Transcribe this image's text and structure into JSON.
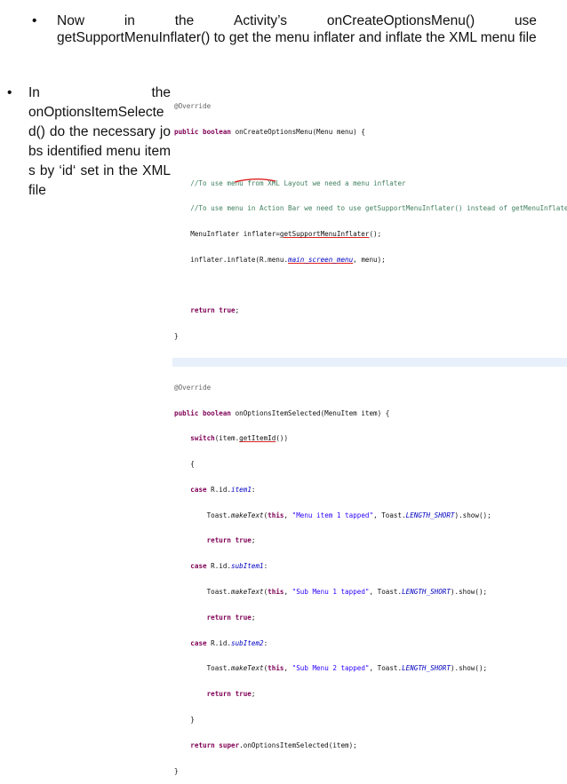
{
  "top_bullet": {
    "bullet": "•",
    "line1_words": [
      "Now",
      "in",
      "the",
      "Activity’s",
      "onCreateOptionsMenu()",
      "use"
    ],
    "rest": "getSupportMenuInflater() to get the menu inflater and inflate the XML menu file"
  },
  "left_bullet": {
    "bullet": "•",
    "text_head": "In",
    "text_head2": "the",
    "text": "onOptionsItemSelected() do the necessary jobs identified menu items by ‘id‘ set in the XML file"
  },
  "code": {
    "l1": "@Override",
    "l2a": "public boolean",
    "l2b": " onCreateOptionsMenu(Menu menu) {",
    "l3": "",
    "l4": "    //To use menu from XML Layout we need a menu inflater",
    "l5": "    //To use menu in Action Bar we need to use getSupportMenuInflater() instead of getMenuInflater()",
    "l6a": "    MenuInflater inflater=",
    "l6b": "getSupportMenuInflater",
    "l6c": "();",
    "l7a": "    inflater.inflate(R.menu.",
    "l7b": "main_screen_menu",
    "l7c": ", menu);",
    "l8": "",
    "l9a": "    ",
    "l9b": "return true",
    "l9c": ";",
    "l10": "}",
    "l11": "",
    "l12": "@Override",
    "l13a": "public boolean",
    "l13b": " onOptionsItemSelected(MenuItem item) {",
    "l14a": "    ",
    "l14b": "switch",
    "l14c": "(item.",
    "l14d": "getItemId",
    "l14e": "())",
    "l15": "    {",
    "l16a": "    ",
    "l16b": "case",
    "l16c": " R.id.",
    "l16d": "item1",
    "l16e": ":",
    "l17a": "        Toast.",
    "l17b": "makeText",
    "l17c": "(",
    "l17d": "this",
    "l17e": ", ",
    "l17f": "\"Menu item 1 tapped\"",
    "l17g": ", Toast.",
    "l17h": "LENGTH_SHORT",
    "l17i": ").show();",
    "l18a": "        ",
    "l18b": "return true",
    "l18c": ";",
    "l19a": "    ",
    "l19b": "case",
    "l19c": " R.id.",
    "l19d": "subItem1",
    "l19e": ":",
    "l20f": "\"Sub Menu 1 tapped\"",
    "l22d": "subItem2",
    "l23f": "\"Sub Menu 2 tapped\"",
    "l25": "    }",
    "l26a": "    ",
    "l26b": "return super",
    "l26c": ".onOptionsItemSelected(item);",
    "l27": "}"
  }
}
